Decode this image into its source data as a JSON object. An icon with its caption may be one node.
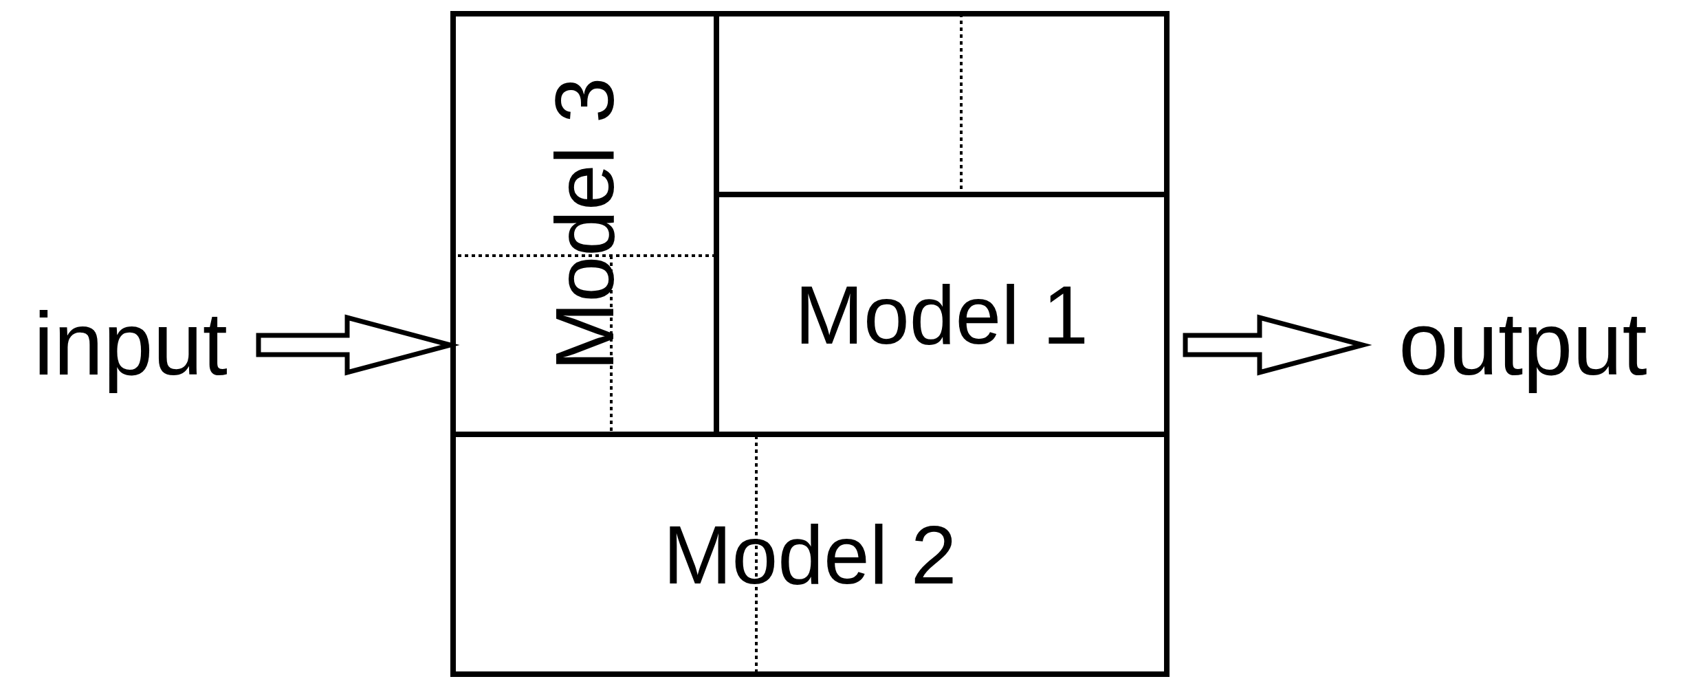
{
  "diagram": {
    "nodes": [
      {
        "text": [
          "input"
        ]
      },
      {
        "text": [
          "Model 3"
        ]
      },
      {
        "text": [],
        "shape": "box"
      },
      {
        "text": [
          "Model 1"
        ]
      },
      {
        "text": [
          "Model 2"
        ]
      },
      {
        "text": [
          "output"
        ]
      }
    ],
    "edges": [
      {
        "from": 0,
        "to": 1,
        "arrow": "to"
      },
      {
        "from": 3,
        "to": 5,
        "arrow": "to"
      }
    ]
  }
}
